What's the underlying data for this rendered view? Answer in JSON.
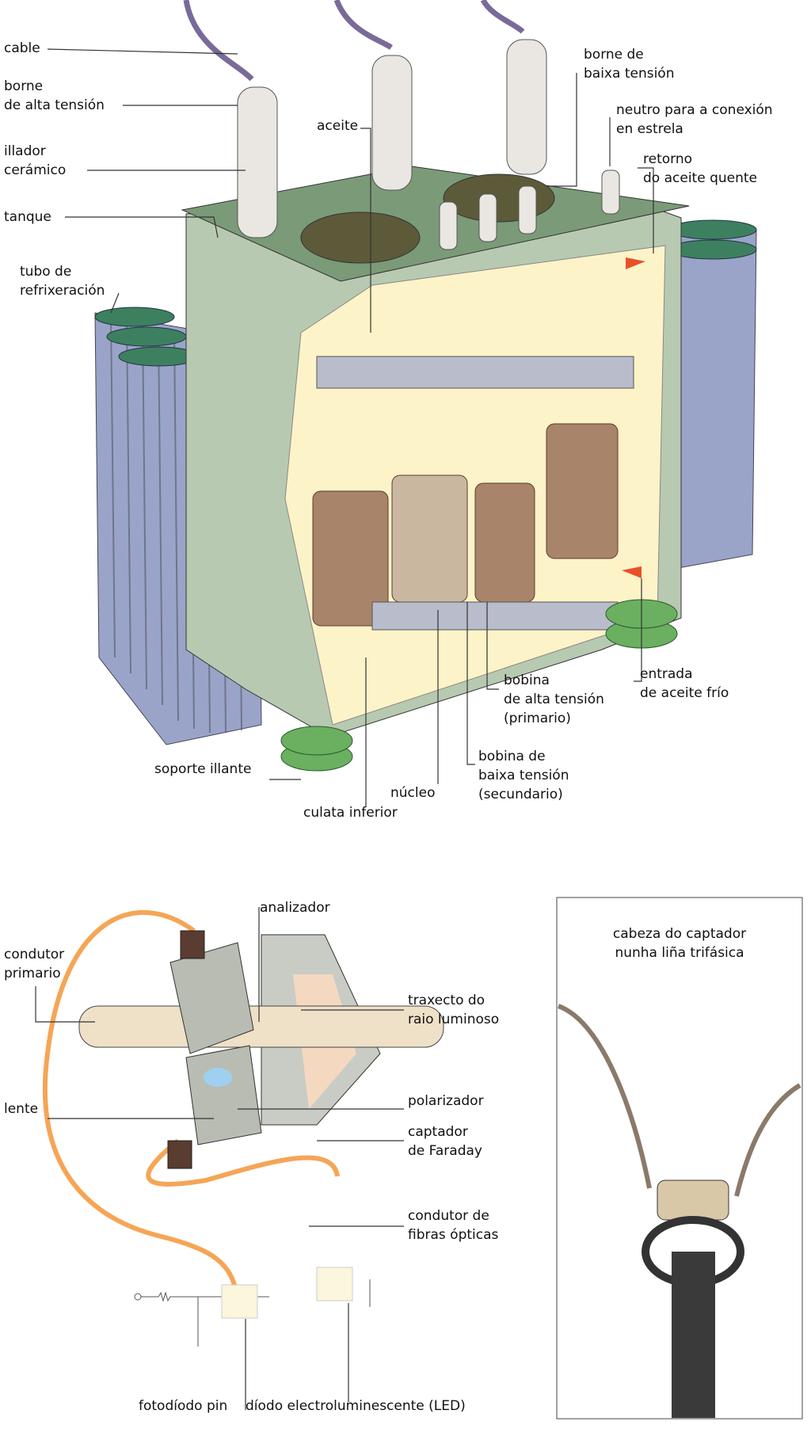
{
  "transformer": {
    "cable": "cable",
    "hv_bushing": [
      "borne",
      "de alta tensión"
    ],
    "ceramic_insulator": [
      "illador",
      "cerámico"
    ],
    "tank": "tanque",
    "cooling_tube": [
      "tubo de",
      "refrixeración"
    ],
    "oil": "aceite",
    "lv_bushing": [
      "borne de",
      "baixa tensión"
    ],
    "neutral": [
      "neutro para a conexión",
      "en estrela"
    ],
    "hot_oil_return": [
      "retorno",
      "do aceite quente"
    ],
    "cold_oil_inlet": [
      "entrada",
      "de aceite frío"
    ],
    "hv_coil": [
      "bobina",
      "de alta tensión",
      "(primario)"
    ],
    "lv_coil": [
      "bobina de",
      "baixa tensión",
      "(secundario)"
    ],
    "insulating_support": "soporte illante",
    "core": "núcleo",
    "lower_yoke": "culata inferior"
  },
  "sensor": {
    "analyzer": "analizador",
    "primary_conductor": [
      "condutor",
      "primario"
    ],
    "light_path": [
      "traxecto do",
      "raio luminoso"
    ],
    "polarizer": "polarizador",
    "lens": "lente",
    "faraday_sensor": [
      "captador",
      "de Faraday"
    ],
    "fiber_conductor": [
      "condutor de",
      "fibras ópticas"
    ],
    "pin_photodiode": "fotodíodo pin",
    "led": "díodo electroluminescente (LED)"
  },
  "inset": {
    "title": [
      "cabeza do captador",
      "nunha liña trifásica"
    ]
  },
  "colors": {
    "tank": "#a9c3a4",
    "fiber": "#f5a556",
    "coil": "#a8846a",
    "oil": "#fdf3c8"
  }
}
